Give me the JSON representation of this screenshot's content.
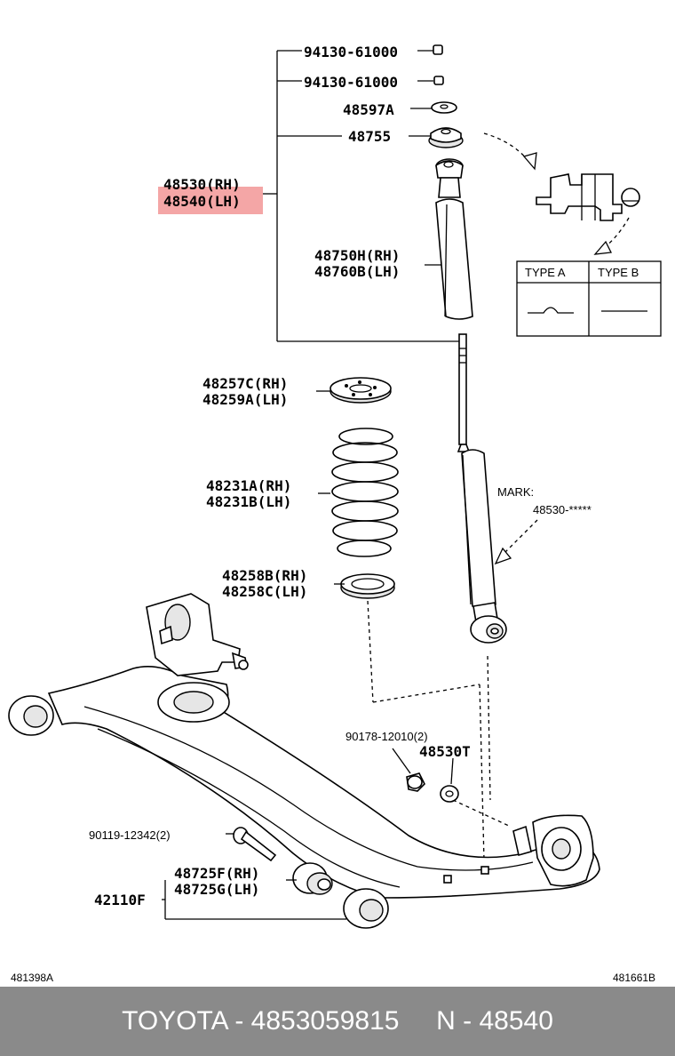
{
  "labels": {
    "p94130_a": "94130-61000",
    "p94130_b": "94130-61000",
    "p48597": "48597A",
    "p48755": "48755",
    "p48530": "48530(RH)",
    "p48540": "48540(LH)",
    "p48750": "48750H(RH)",
    "p48760": "48760B(LH)",
    "p48257": "48257C(RH)",
    "p48259": "48259A(LH)",
    "p48231a": "48231A(RH)",
    "p48231b": "48231B(LH)",
    "p48258b": "48258B(RH)",
    "p48258c": "48258C(LH)",
    "mark": "MARK:",
    "mark_code": "48530-*****",
    "p90178": "90178-12010(2)",
    "p48530t": "48530T",
    "p90119": "90119-12342(2)",
    "p48725f": "48725F(RH)",
    "p48725g": "48725G(LH)",
    "p42110": "42110F",
    "type_a": "TYPE A",
    "type_b": "TYPE B"
  },
  "refs": {
    "left": "481398A",
    "right": "481661B"
  },
  "highlight_color": "#f4a6a6",
  "footer": {
    "text": "TOYOTA - 4853059815     N - 48540"
  }
}
